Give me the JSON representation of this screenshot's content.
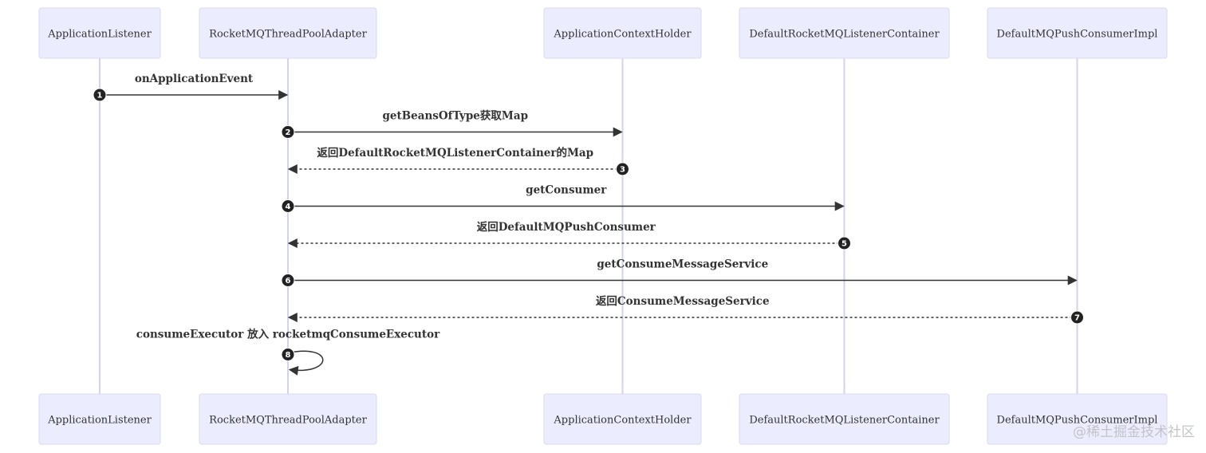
{
  "actors": [
    {
      "id": "al",
      "label": "ApplicationListener"
    },
    {
      "id": "rtpa",
      "label": "RocketMQThreadPoolAdapter"
    },
    {
      "id": "ach",
      "label": "ApplicationContextHolder"
    },
    {
      "id": "drlc",
      "label": "DefaultRocketMQListenerContainer"
    },
    {
      "id": "dmpci",
      "label": "DefaultMQPushConsumerImpl"
    }
  ],
  "messages": [
    {
      "num": "1",
      "from": "al",
      "to": "rtpa",
      "label": "onApplicationEvent",
      "style": "solid"
    },
    {
      "num": "2",
      "from": "rtpa",
      "to": "ach",
      "label": "getBeansOfType获取Map",
      "style": "solid"
    },
    {
      "num": "3",
      "from": "ach",
      "to": "rtpa",
      "label": "返回DefaultRocketMQListenerContainer的Map",
      "style": "dashed"
    },
    {
      "num": "4",
      "from": "rtpa",
      "to": "drlc",
      "label": "getConsumer",
      "style": "solid"
    },
    {
      "num": "5",
      "from": "drlc",
      "to": "rtpa",
      "label": "返回DefaultMQPushConsumer",
      "style": "dashed"
    },
    {
      "num": "6",
      "from": "rtpa",
      "to": "dmpci",
      "label": "getConsumeMessageService",
      "style": "solid"
    },
    {
      "num": "7",
      "from": "dmpci",
      "to": "rtpa",
      "label": "返回ConsumeMessageService",
      "style": "dashed"
    },
    {
      "num": "8",
      "from": "rtpa",
      "to": "rtpa",
      "label": "consumeExecutor 放入 rocketmqConsumeExecutor",
      "style": "solid"
    }
  ],
  "watermark": "@稀土掘金技术社区"
}
